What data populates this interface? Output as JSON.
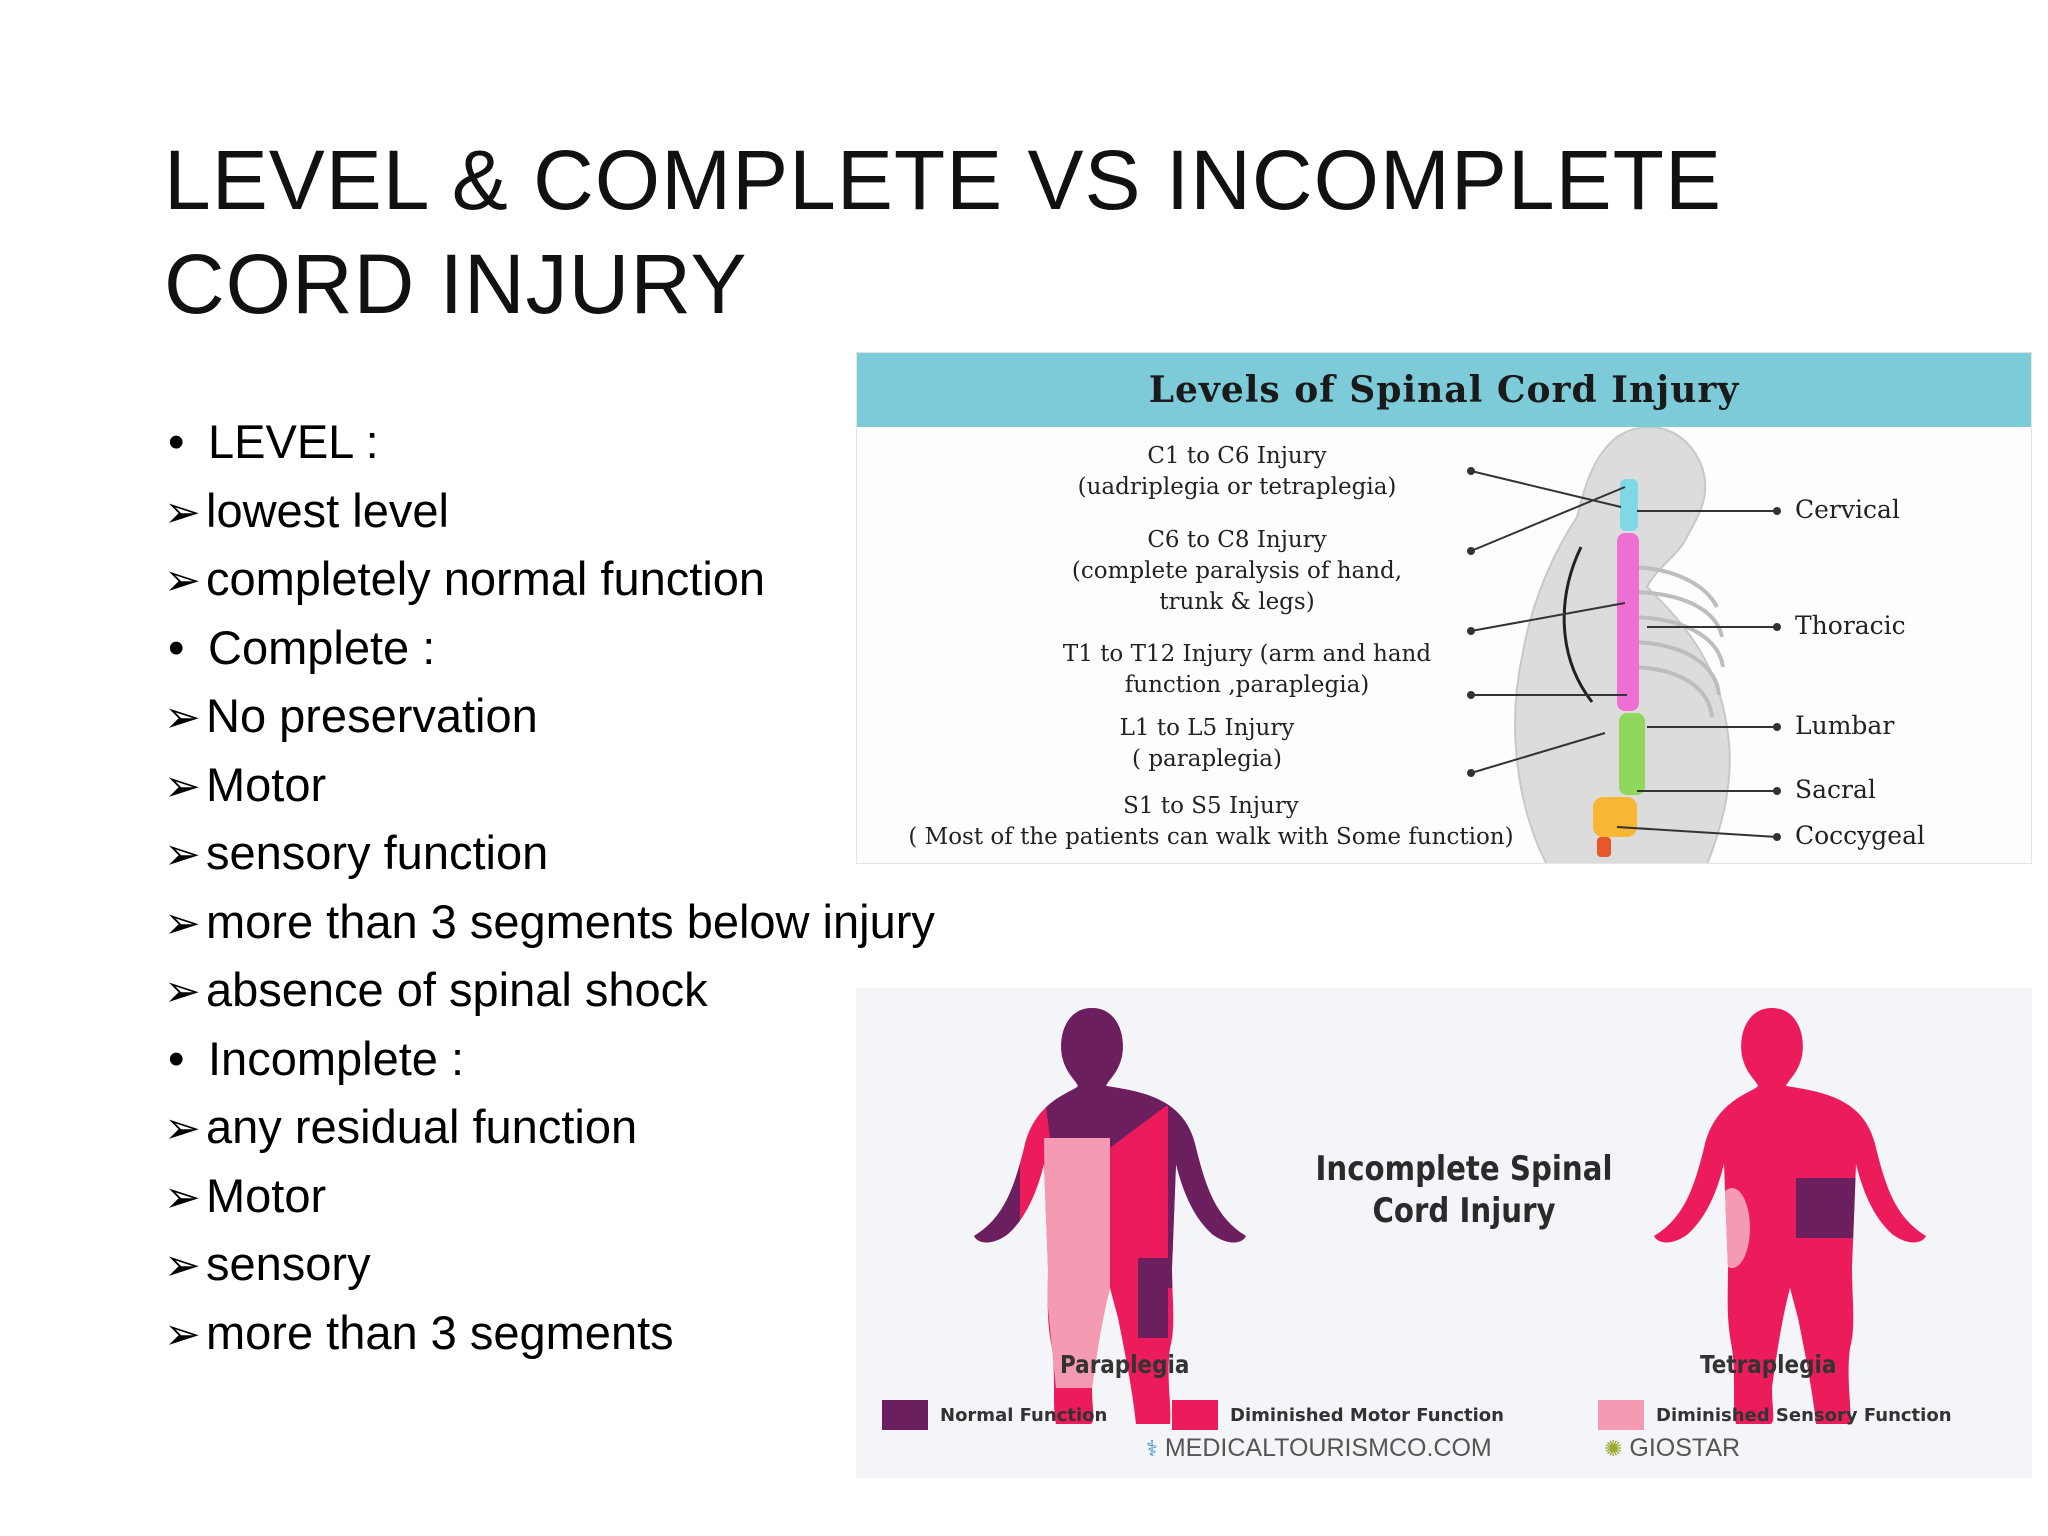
{
  "slide": {
    "title": "LEVEL & COMPLETE VS INCOMPLETE CORD INJURY",
    "bullets": [
      {
        "marker": "•",
        "text": "LEVEL :"
      },
      {
        "marker": "➢",
        "text": "lowest level"
      },
      {
        "marker": "➢",
        "text": "completely normal function"
      },
      {
        "marker": "•",
        "text": "Complete :"
      },
      {
        "marker": "➢",
        "text": "No preservation"
      },
      {
        "marker": "➢",
        "text": "Motor"
      },
      {
        "marker": "➢",
        "text": "sensory function"
      },
      {
        "marker": "➢",
        "text": "more than 3 segments below injury"
      },
      {
        "marker": "➢",
        "text": "absence of spinal shock"
      },
      {
        "marker": "•",
        "text": "Incomplete :"
      },
      {
        "marker": "➢",
        "text": "any residual function"
      },
      {
        "marker": "➢",
        "text": "Motor"
      },
      {
        "marker": "➢",
        "text": "sensory"
      },
      {
        "marker": "➢",
        "text": "more than 3 segments"
      }
    ]
  },
  "levels_figure": {
    "header": "Levels of  Spinal  Cord  Injury",
    "header_color": "#7dcbd8",
    "injuries": [
      {
        "line1": "C1 to C6 Injury",
        "line2": "(uadriplegia or tetraplegia)"
      },
      {
        "line1": "C6 to C8 Injury",
        "line2": "(complete paralysis of hand,",
        "line3": "trunk & legs)"
      },
      {
        "line1": "T1 to T12 Injury (arm and hand",
        "line2": "function ,paraplegia)"
      },
      {
        "line1": "L1 to L5 Injury",
        "line2": "( paraplegia)"
      },
      {
        "line1": "S1 to S5 Injury",
        "line2": "( Most of the patients can walk with  Some function)"
      }
    ],
    "regions": [
      "Cervical",
      "Thoracic",
      "Lumbar",
      "Sacral",
      "Coccygeal"
    ]
  },
  "incomplete_figure": {
    "title_line1": "Incomplete Spinal",
    "title_line2": "Cord Injury",
    "left_caption": "Paraplegia",
    "right_caption": "Tetraplegia",
    "legend": [
      {
        "label": "Normal Function",
        "color": "#6b1f5e"
      },
      {
        "label": "Diminished Motor Function",
        "color": "#ec1c5c"
      },
      {
        "label": "Diminished Sensory Function",
        "color": "#f59ab3"
      }
    ],
    "source_left": "MEDICALTOURISMCO.COM",
    "source_right": "GIOSTAR"
  }
}
